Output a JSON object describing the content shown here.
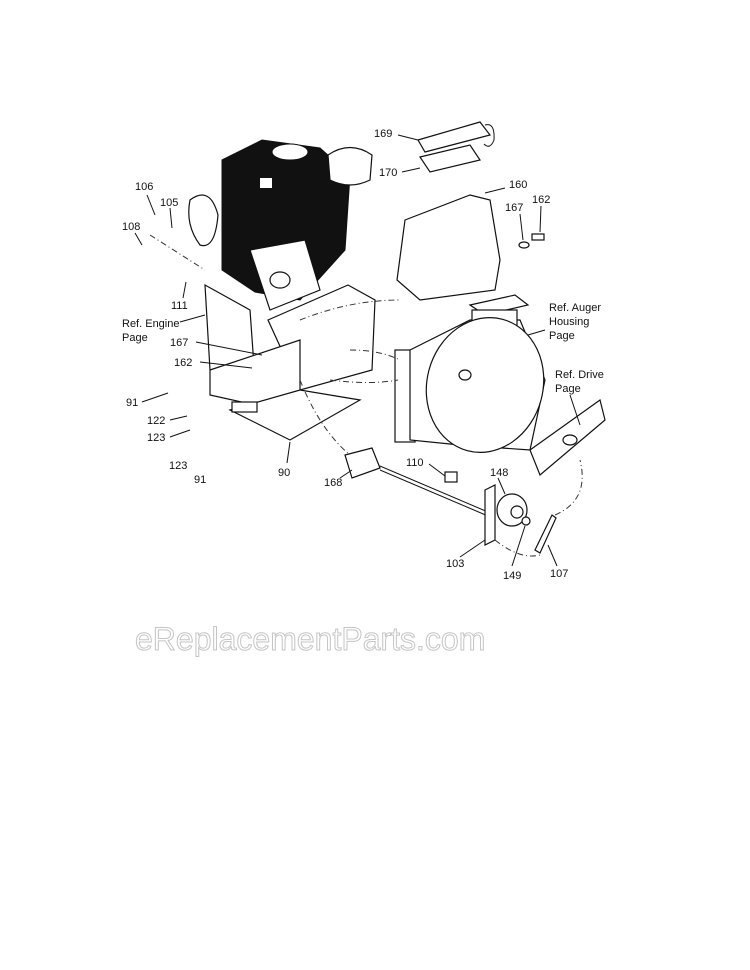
{
  "diagram": {
    "callouts": {
      "c169": "169",
      "c170": "170",
      "c160": "160",
      "c167r": "167",
      "c162r": "162",
      "c106": "106",
      "c105": "105",
      "c108": "108",
      "c111": "111",
      "c167l": "167",
      "c162l": "162",
      "c91a": "91",
      "c122": "122",
      "c123a": "123",
      "c123b": "123",
      "c91b": "91",
      "c90": "90",
      "c168": "168",
      "c110": "110",
      "c148": "148",
      "c103": "103",
      "c149": "149",
      "c107": "107"
    },
    "references": {
      "engine": [
        "Ref. Engine",
        "Page"
      ],
      "auger": [
        "Ref. Auger",
        "Housing",
        "Page"
      ],
      "drive": [
        "Ref. Drive",
        "Page"
      ]
    },
    "watermark": "eReplacementParts.com"
  }
}
